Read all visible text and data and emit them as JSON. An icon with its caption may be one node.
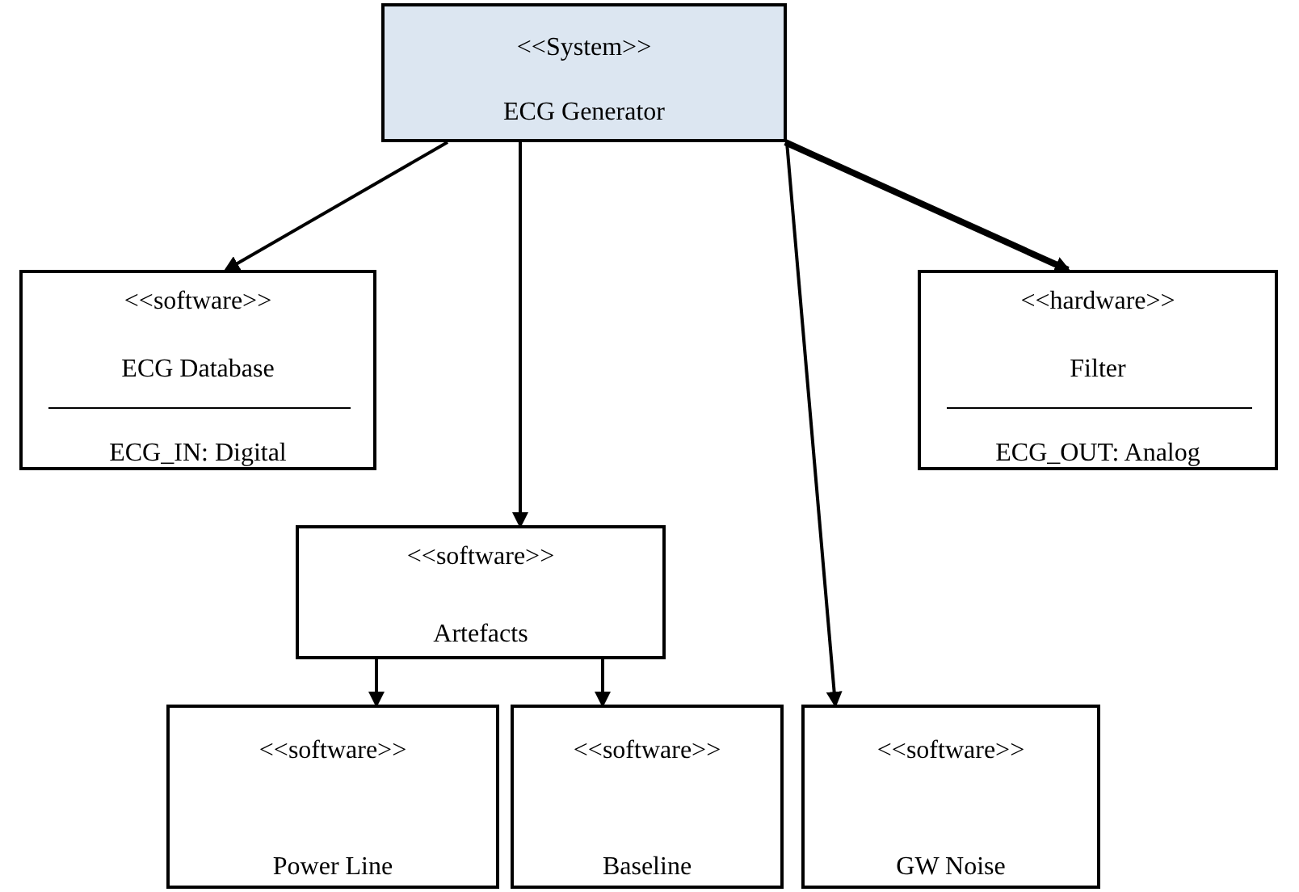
{
  "diagram": {
    "nodes": [
      {
        "text": [
          "<<System>>",
          "ECG Generator"
        ]
      },
      {
        "text": [
          "<<software>>",
          "ECG Database",
          "ECG_IN: Digital"
        ]
      },
      {
        "text": [
          "<<hardware>>",
          "Filter",
          "ECG_OUT: Analog"
        ]
      },
      {
        "text": [
          "<<software>>",
          "Artefacts"
        ]
      },
      {
        "text": [
          "<<software>>",
          "Power Line"
        ]
      },
      {
        "text": [
          "<<software>>",
          "Baseline"
        ]
      },
      {
        "text": [
          "<<software>>",
          "GW Noise"
        ]
      }
    ],
    "edges": [
      {
        "from": 0,
        "to": 1,
        "arrow": "to"
      },
      {
        "from": 0,
        "to": 3,
        "arrow": "to"
      },
      {
        "from": 0,
        "to": 6,
        "arrow": "to"
      },
      {
        "from": 0,
        "to": 2,
        "arrow": "to",
        "style": "thick"
      },
      {
        "from": 3,
        "to": 4,
        "arrow": "to"
      },
      {
        "from": 3,
        "to": 5,
        "arrow": "to"
      }
    ]
  }
}
